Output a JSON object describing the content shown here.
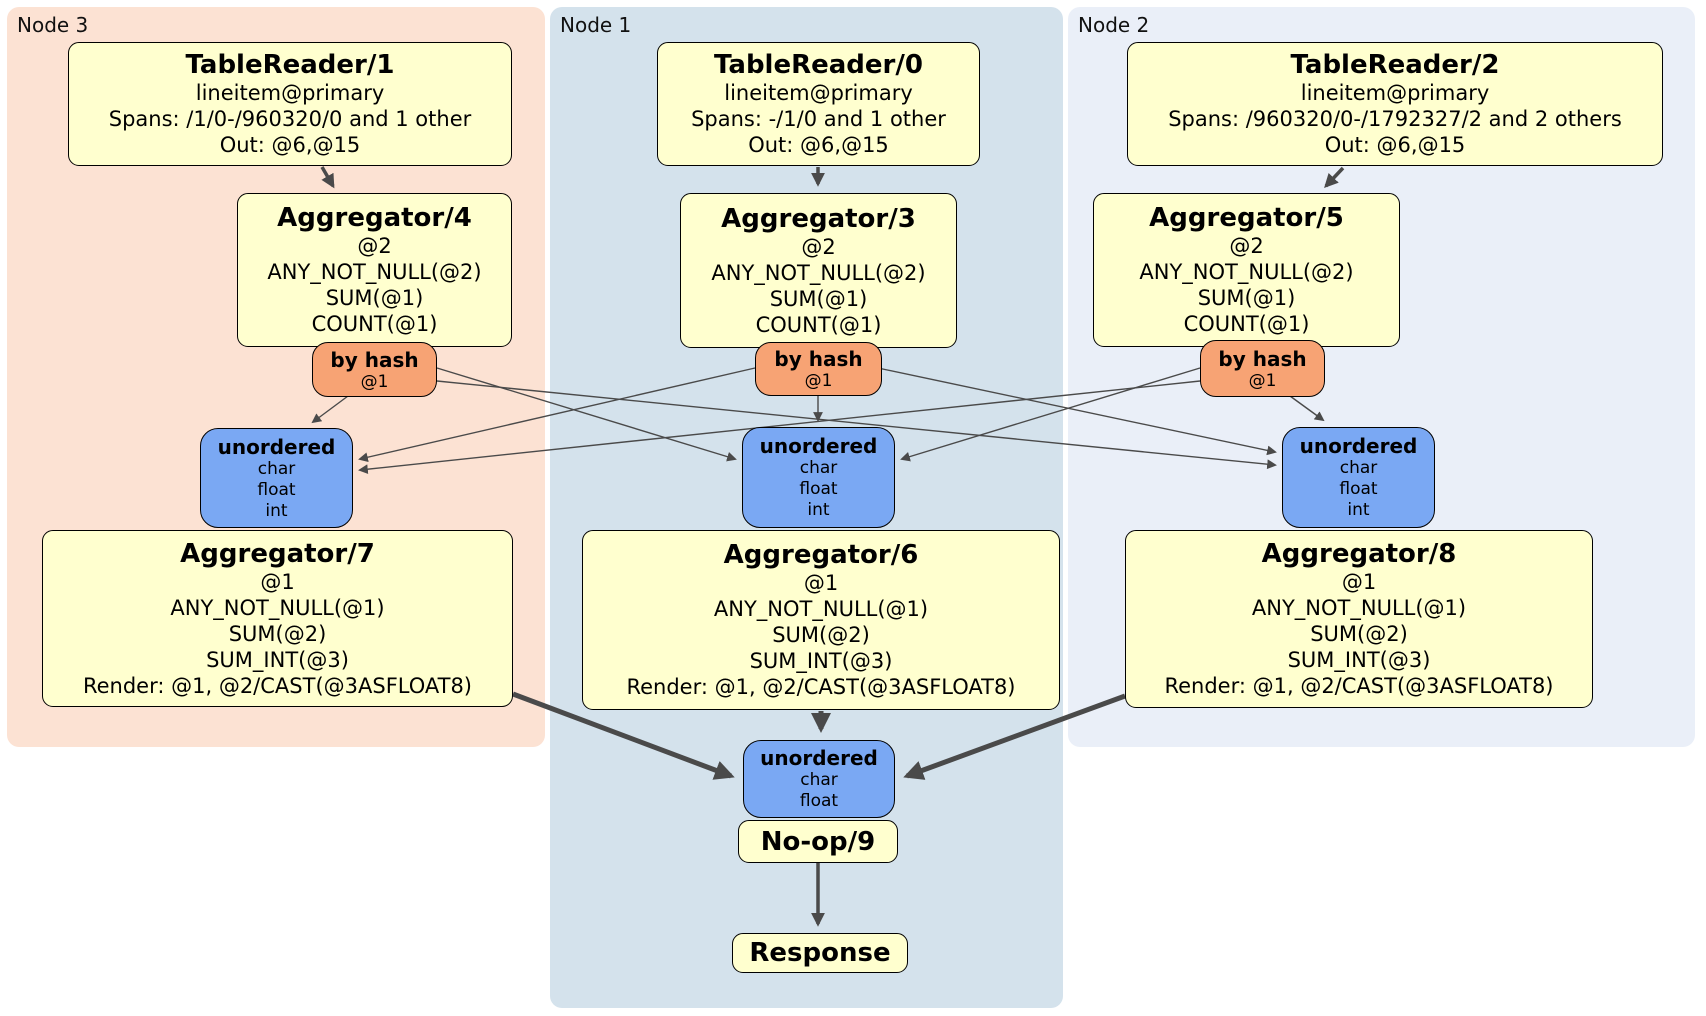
{
  "groups": {
    "node3": {
      "label": "Node 3"
    },
    "node1": {
      "label": "Node 1"
    },
    "node2": {
      "label": "Node 2"
    }
  },
  "processors": {
    "tr1": {
      "title": "TableReader/1",
      "lines": [
        "lineitem@primary",
        "Spans: /1/0-/960320/0 and 1 other",
        "Out: @6,@15"
      ]
    },
    "tr0": {
      "title": "TableReader/0",
      "lines": [
        "lineitem@primary",
        "Spans: -/1/0 and 1 other",
        "Out: @6,@15"
      ]
    },
    "tr2": {
      "title": "TableReader/2",
      "lines": [
        "lineitem@primary",
        "Spans: /960320/0-/1792327/2 and 2 others",
        "Out: @6,@15"
      ]
    },
    "agg4": {
      "title": "Aggregator/4",
      "lines": [
        "@2",
        "ANY_NOT_NULL(@2)",
        "SUM(@1)",
        "COUNT(@1)"
      ]
    },
    "agg3": {
      "title": "Aggregator/3",
      "lines": [
        "@2",
        "ANY_NOT_NULL(@2)",
        "SUM(@1)",
        "COUNT(@1)"
      ]
    },
    "agg5": {
      "title": "Aggregator/5",
      "lines": [
        "@2",
        "ANY_NOT_NULL(@2)",
        "SUM(@1)",
        "COUNT(@1)"
      ]
    },
    "agg7": {
      "title": "Aggregator/7",
      "lines": [
        "@1",
        "ANY_NOT_NULL(@1)",
        "SUM(@2)",
        "SUM_INT(@3)",
        "Render: @1, @2/CAST(@3ASFLOAT8)"
      ]
    },
    "agg6": {
      "title": "Aggregator/6",
      "lines": [
        "@1",
        "ANY_NOT_NULL(@1)",
        "SUM(@2)",
        "SUM_INT(@3)",
        "Render: @1, @2/CAST(@3ASFLOAT8)"
      ]
    },
    "agg8": {
      "title": "Aggregator/8",
      "lines": [
        "@1",
        "ANY_NOT_NULL(@1)",
        "SUM(@2)",
        "SUM_INT(@3)",
        "Render: @1, @2/CAST(@3ASFLOAT8)"
      ]
    },
    "noop": {
      "title": "No-op/9"
    },
    "response": {
      "title": "Response"
    }
  },
  "routers": {
    "hash_left": {
      "title": "by hash",
      "key": "@1"
    },
    "hash_center": {
      "title": "by hash",
      "key": "@1"
    },
    "hash_right": {
      "title": "by hash",
      "key": "@1"
    }
  },
  "streams": {
    "un_left": {
      "title": "unordered",
      "cols": [
        "char",
        "float",
        "int"
      ]
    },
    "un_center": {
      "title": "unordered",
      "cols": [
        "char",
        "float",
        "int"
      ]
    },
    "un_right": {
      "title": "unordered",
      "cols": [
        "char",
        "float",
        "int"
      ]
    },
    "un_final": {
      "title": "unordered",
      "cols": [
        "char",
        "float"
      ]
    }
  },
  "colors": {
    "node3_bg": "#fce2d3",
    "node1_bg": "#d4e2ec",
    "node2_bg": "#eaeff8",
    "processor_bg": "#ffffcf",
    "router_bg": "#f7a374",
    "stream_bg": "#7aa8f3",
    "edge_color": "#4a4a4a",
    "border_color": "#000000",
    "label_color": "#111111"
  }
}
